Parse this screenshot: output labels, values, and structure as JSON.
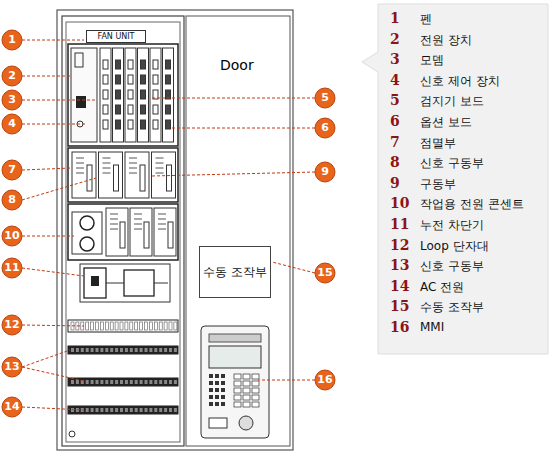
{
  "diagram": {
    "nodes": [
      {
        "text": [
          "FAN UNIT"
        ]
      },
      {
        "text": [
          "수동 조작부"
        ]
      }
    ],
    "labels": [
      "1",
      "2",
      "3",
      "4",
      "5",
      "6",
      "7",
      "8",
      "9",
      "10",
      "11",
      "12",
      "13",
      "14",
      "15",
      "16",
      "Door",
      "1",
      "펜",
      "2",
      "전원 장치",
      "3",
      "모뎀",
      "4",
      "신호 제어 장치",
      "5",
      "검지기 보드",
      "6",
      "옵션 보드",
      "7",
      "점멸부",
      "8",
      "신호 구동부",
      "9",
      "구동부",
      "10",
      "작업용 전원 콘센트",
      "11",
      "누전 차단기",
      "12",
      "Loop 단자대",
      "13",
      "신호 구동부",
      "14",
      "AC 전원",
      "15",
      "수동 조작부",
      "16",
      "MMI"
    ]
  }
}
